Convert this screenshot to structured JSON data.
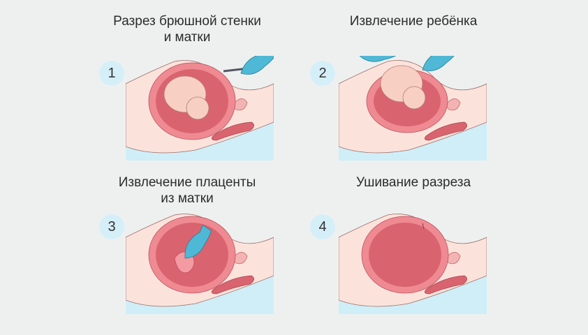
{
  "steps": [
    {
      "number": "1",
      "title_line1": "Разрез брюшной стенки",
      "title_line2": "и матки"
    },
    {
      "number": "2",
      "title_line1": "Извлечение ребёнка",
      "title_line2": ""
    },
    {
      "number": "3",
      "title_line1": "Извлечение плаценты",
      "title_line2": "из матки"
    },
    {
      "number": "4",
      "title_line1": "Ушивание разреза",
      "title_line2": ""
    }
  ],
  "colors": {
    "background": "#eef0f0",
    "badge": "#d5eff9",
    "skin": "#fbe3dc",
    "uterus": "#ef8a93",
    "uterus_inner": "#d9646f",
    "glove": "#4fb8d6",
    "table": "#cfeef8"
  }
}
